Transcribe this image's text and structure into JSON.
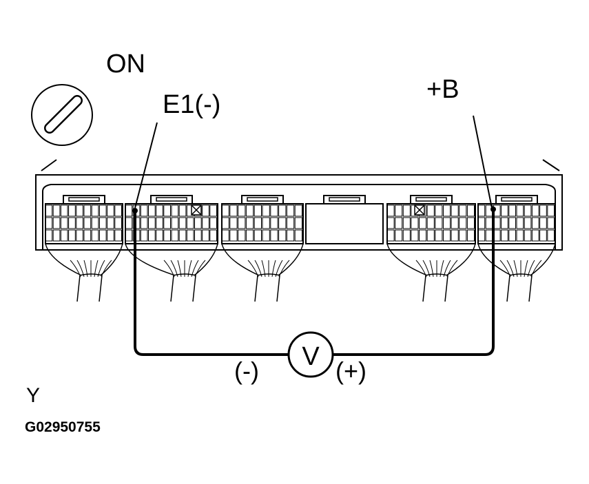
{
  "labels": {
    "ignition": "ON",
    "negative_terminal": "E1(-)",
    "positive_terminal": "+B",
    "meter_symbol": "V",
    "meter_negative": "(-)",
    "meter_positive": "(+)",
    "axis_letter": "Y",
    "figure_code": "G02950755"
  },
  "icons": {
    "ignition_switch": "ignition-switch-icon",
    "voltmeter": "voltmeter-icon"
  },
  "colors": {
    "line": "#000000",
    "background": "#ffffff"
  }
}
